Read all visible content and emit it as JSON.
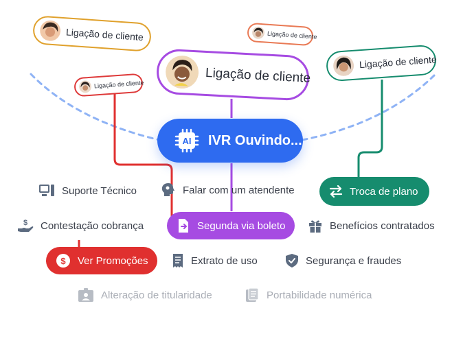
{
  "calls": [
    {
      "id": "c1",
      "label": "Ligação de cliente"
    },
    {
      "id": "c2",
      "label": "Ligação de cliente"
    },
    {
      "id": "c3",
      "label": "Ligação de cliente"
    },
    {
      "id": "c4",
      "label": "Ligação de cliente"
    },
    {
      "id": "c5",
      "label": "Ligação de cliente"
    }
  ],
  "hub": {
    "label": "IVR Ouvindo...",
    "badge": "AI"
  },
  "options": {
    "suporte": "Suporte Técnico",
    "atendente": "Falar com um atendente",
    "troca": "Troca de plano",
    "contestacao": "Contestação cobrança",
    "boleto": "Segunda via boleto",
    "beneficios": "Benefícios contratados",
    "promocoes": "Ver Promoções",
    "extrato": "Extrato de uso",
    "seguranca": "Segurança e fraudes",
    "titularidade": "Alteração de titularidade",
    "portabilidade": "Portabilidade numérica"
  },
  "colors": {
    "hub": "#2e6bf0",
    "orange": "#e0a12c",
    "coral": "#e97a55",
    "purple": "#a64be2",
    "green": "#168c6e",
    "red": "#e0302f",
    "dashed_arc": "#8fb3f5",
    "icon_gray": "#5c6b80"
  },
  "icons": [
    "ai-chip-icon",
    "computer-icon",
    "head-voice-icon",
    "swap-icon",
    "money-hand-icon",
    "file-arrow-icon",
    "gift-icon",
    "dollar-icon",
    "receipt-icon",
    "shield-check-icon",
    "id-card-icon",
    "document-icon"
  ]
}
